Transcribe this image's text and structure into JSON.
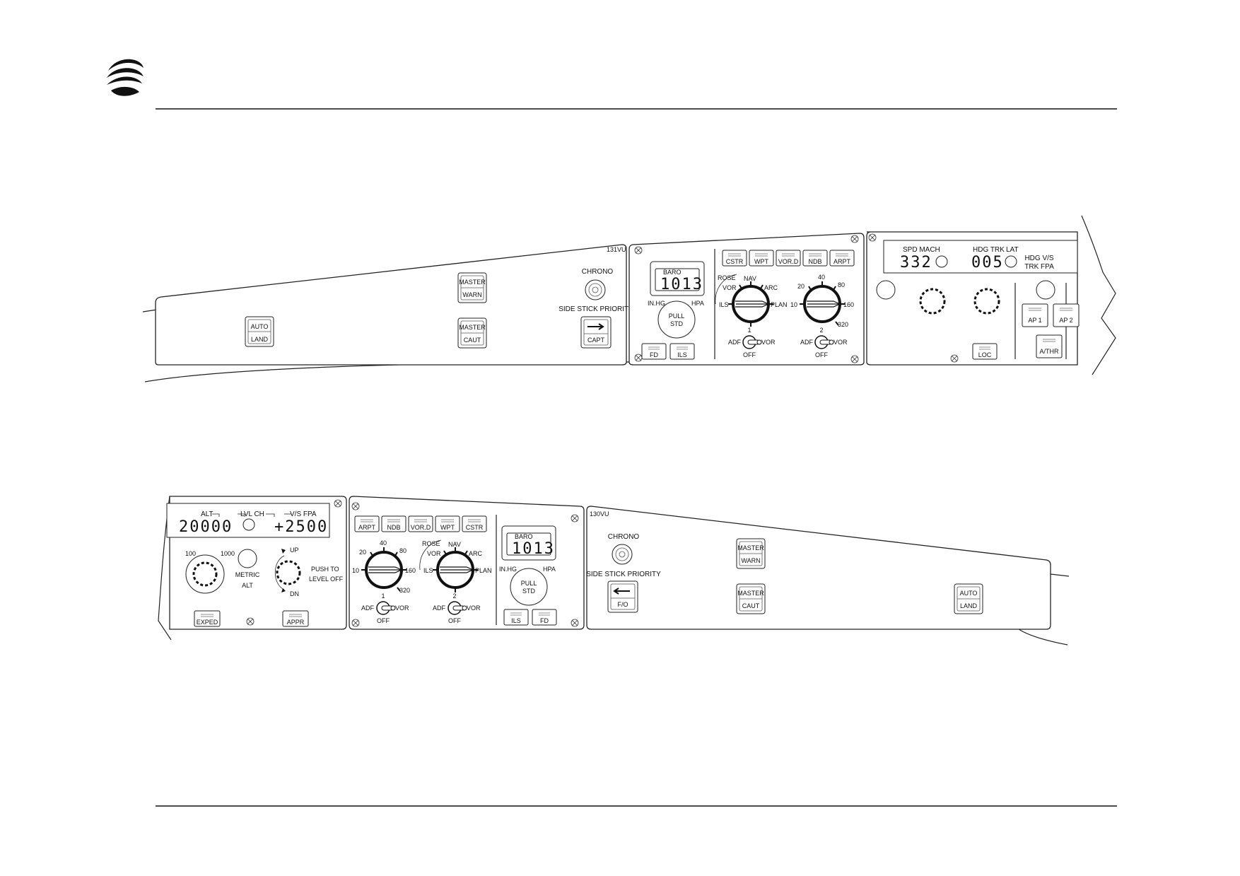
{
  "upper": {
    "glare_left": {
      "ref": "131VU",
      "autoland": [
        "AUTO",
        "LAND"
      ],
      "master_warn": [
        "MASTER",
        "WARN"
      ],
      "master_caut": [
        "MASTER",
        "CAUT"
      ],
      "chrono": "CHRONO",
      "sidestick_priority": "SIDE STICK PRIORITY",
      "capt": "CAPT"
    },
    "efis": {
      "baro": "BARO",
      "baro_value": "1013",
      "inhg": "IN.HG",
      "hpa": "HPA",
      "pull": "PULL",
      "std": "STD",
      "fd": "FD",
      "ils": "ILS",
      "buttons": [
        "CSTR",
        "WPT",
        "VOR.D",
        "NDB",
        "ARPT"
      ],
      "mode_labels": [
        "ROSE",
        "VOR",
        "NAV",
        "ARC",
        "ILS",
        "PLAN"
      ],
      "range_labels": [
        "20",
        "40",
        "80",
        "10",
        "160",
        "320"
      ],
      "adf1": "ADF",
      "vor1": "VOR",
      "off1": "OFF",
      "num1": "1",
      "adf2": "ADF",
      "vor2": "VOR",
      "off2": "OFF",
      "num2": "2"
    },
    "fcu": {
      "spd_mach": "SPD MACH",
      "spd_value": "332",
      "hdg_trk": "HDG TRK",
      "lat": "LAT",
      "hdg_value": "005",
      "hdgvs": "HDG V/S",
      "trkfpa": "TRK FPA",
      "loc": "LOC",
      "ap1": "AP 1",
      "ap2": "AP 2",
      "athr": "A/THR"
    }
  },
  "lower": {
    "fcu_right": {
      "alt": "ALT",
      "lvlch": "LVL CH",
      "vsfpa": "V/S FPA",
      "alt_value": "20000",
      "vs_value": "+2500",
      "hundred": "100",
      "thousand": "1000",
      "metric": "METRIC",
      "alt_lbl": "ALT",
      "up": "UP",
      "dn": "DN",
      "push_to": "PUSH TO",
      "leveloff": "LEVEL OFF",
      "expedite": "EXPED",
      "appr": "APPR"
    },
    "efis": {
      "buttons": [
        "ARPT",
        "NDB",
        "VOR.D",
        "WPT",
        "CSTR"
      ],
      "range_labels": [
        "20",
        "40",
        "80",
        "10",
        "160",
        "320"
      ],
      "mode_labels": [
        "ROSE",
        "VOR",
        "NAV",
        "ARC",
        "ILS",
        "PLAN"
      ],
      "adf1": "ADF",
      "vor1": "VOR",
      "off1": "OFF",
      "num1": "1",
      "adf2": "ADF",
      "vor2": "VOR",
      "off2": "OFF",
      "num2": "2",
      "baro": "BARO",
      "baro_value": "1013",
      "inhg": "IN.HG",
      "hpa": "HPA",
      "pull": "PULL",
      "std": "STD",
      "ils": "ILS",
      "fd": "FD"
    },
    "glare_right": {
      "ref": "130VU",
      "chrono": "CHRONO",
      "sidestick_priority": "SIDE STICK PRIORITY",
      "fo": "F/O",
      "master_warn": [
        "MASTER",
        "WARN"
      ],
      "master_caut": [
        "MASTER",
        "CAUT"
      ],
      "autoland": [
        "AUTO",
        "LAND"
      ]
    }
  }
}
